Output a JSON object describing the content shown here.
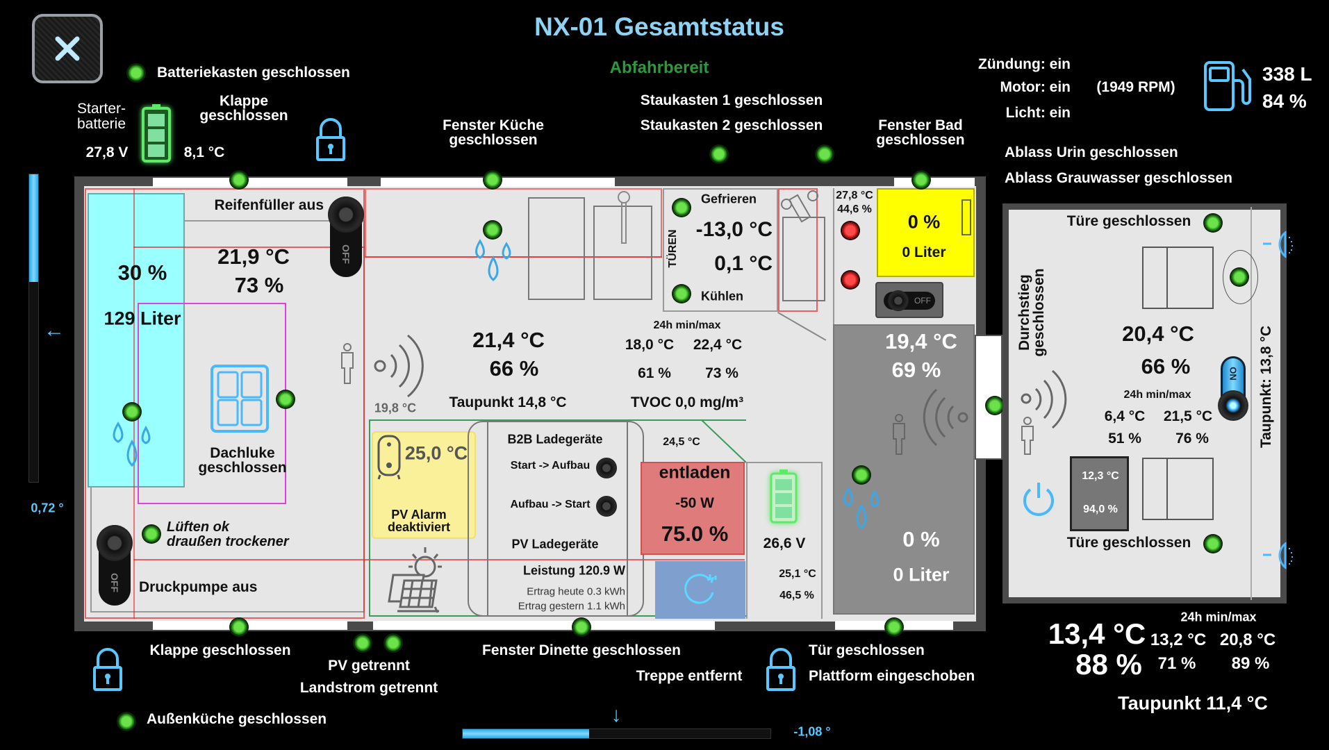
{
  "header": {
    "title": "NX-01 Gesamtstatus",
    "status": "Abfahrbereit",
    "close_icon": "close-icon"
  },
  "colors": {
    "title": "#8fd3f4",
    "status": "#2a9a3a",
    "led_on": "#4fd22a",
    "led_alarm": "#e02020",
    "tank": "#99ffff",
    "grey_tank": "#8c8c8c",
    "yellow": "#ffff00",
    "discharge": "#e07b7b",
    "shore": "#7f9fcf"
  },
  "top_left": {
    "battery_box": "Batteriekasten geschlossen",
    "starter_label_1": "Starter-",
    "starter_label_2": "batterie",
    "starter_voltage": "27,8 V",
    "starter_temp": "8,1 °C",
    "flap_1": "Klappe",
    "flap_2": "geschlossen"
  },
  "top_center": {
    "kitchen_window_1": "Fenster Küche",
    "kitchen_window_2": "geschlossen",
    "storage_1": "Staukasten 1 geschlossen",
    "storage_2": "Staukasten 2 geschlossen",
    "bath_window_1": "Fenster Bad",
    "bath_window_2": "geschlossen"
  },
  "vehicle": {
    "ignition": "Zündung: ein",
    "engine": "Motor: ein",
    "rpm": "(1949 RPM)",
    "lights": "Licht: ein",
    "fuel_liters": "338 L",
    "fuel_percent": "84 %",
    "drain_urine": "Ablass Urin  geschlossen",
    "drain_grey": "Ablass Grauwasser geschlossen"
  },
  "tilt": {
    "roll": "0,72 °",
    "roll_level": 0.35,
    "pitch": "-1,08 °",
    "pitch_level": 0.41,
    "left_arrow": "←",
    "down_arrow": "↓"
  },
  "fresh_water": {
    "percent": "30 %",
    "liters": "129 Liter"
  },
  "living": {
    "tire_inflator": "Reifenfüller aus",
    "toggle_off": "OFF",
    "temp": "21,9 °C",
    "humidity": "73 %",
    "skylight_1": "Dachluke",
    "skylight_2": "geschlossen",
    "vent_1": "Lüften ok",
    "vent_2": "draußen trockener",
    "pump": "Druckpumpe aus"
  },
  "fridge": {
    "doors": "TÜREN",
    "freeze_label": "Gefrieren",
    "freeze_temp": "-13,0 °C",
    "cool_temp": "0,1 °C",
    "cool_label": "Kühlen"
  },
  "main_room": {
    "sensor_temp": "19,8 °C",
    "temp": "21,4 °C",
    "humidity": "66 %",
    "dewpoint": "Taupunkt 14,8 °C",
    "minmax_label": "24h min/max",
    "temp_min": "18,0 °C",
    "temp_max": "22,4 °C",
    "hum_min": "61 %",
    "hum_max": "73 %",
    "tvoc": "TVOC 0,0 mg/m³"
  },
  "bath": {
    "temp": "27,8 °C",
    "humidity": "44,6 %",
    "black_tank_percent": "0 %",
    "black_tank_liters": "0 Liter",
    "toggle_off": "OFF",
    "room_temp": "19,4 °C",
    "room_humidity": "69 %",
    "grey_tank_percent": "0 %",
    "grey_tank_liters": "0 Liter"
  },
  "power": {
    "boiler_temp": "25,0 °C",
    "pv_alarm_1": "PV Alarm",
    "pv_alarm_2": "deaktiviert",
    "b2b_title": "B2B Ladegeräte",
    "start_to_living": "Start -> Aufbau",
    "living_to_start": "Aufbau -> Start",
    "pv_title": "PV Ladegeräte",
    "pv_power": "Leistung 120.9 W",
    "yield_today": "Ertrag heute 0.3 kWh",
    "yield_yesterday": "Ertrag gestern 1.1 kWh",
    "battery_temp_top": "24,5 °C",
    "state": "entladen",
    "watts": "-50 W",
    "soc": "75.0 %",
    "house_voltage": "26,6 V",
    "house_temp": "25,1 °C",
    "house_humidity": "46,5 %"
  },
  "bedroom": {
    "door_top": "Türe  geschlossen",
    "hatch_1": "Durchstieg",
    "hatch_2": "geschlossen",
    "temp": "20,4 °C",
    "humidity": "66 %",
    "minmax_label": "24h min/max",
    "temp_min": "6,4 °C",
    "temp_max": "21,5 °C",
    "hum_min": "51 %",
    "hum_max": "76 %",
    "toggle_on": "ON",
    "sub_temp": "12,3 °C",
    "sub_humidity": "94,0 %",
    "door_bottom": "Türe  geschlossen",
    "dewpoint": "Taupunkt: 13,8 °C"
  },
  "outside": {
    "minmax_label": "24h min/max",
    "temp": "13,4 °C",
    "humidity": "88 %",
    "temp_min": "13,2 °C",
    "temp_max": "20,8 °C",
    "hum_min": "71 %",
    "hum_max": "89 %",
    "dewpoint": "Taupunkt 11,4 °C"
  },
  "bottom": {
    "flap": "Klappe geschlossen",
    "pv_disconnected": "PV getrennt",
    "shore_disconnected": "Landstrom getrennt",
    "dinette_window": "Fenster Dinette geschlossen",
    "stairs": "Treppe entfernt",
    "door": "Tür geschlossen",
    "platform": "Plattform eingeschoben",
    "outdoor_kitchen": "Außenküche  geschlossen"
  }
}
